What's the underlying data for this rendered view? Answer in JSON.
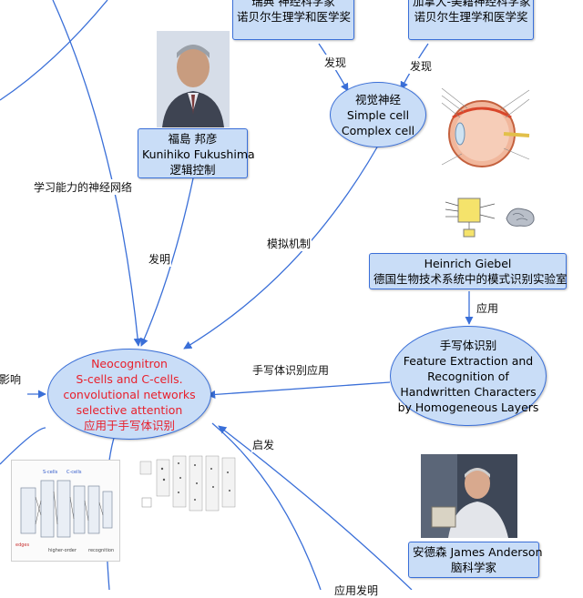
{
  "nodes": {
    "top_left": {
      "lines": [
        "瑞典 神经科学家",
        "诺贝尔生理学和医学奖"
      ]
    },
    "top_right": {
      "lines": [
        "加拿大-美籍神经科学家",
        "诺贝尔生理学和医学奖"
      ]
    },
    "visual_nerve": {
      "lines": [
        "视觉神经",
        "Simple cell",
        "Complex cell"
      ]
    },
    "fukushima": {
      "lines": [
        "福島 邦彦",
        "Kunihiko Fukushima",
        "逻辑控制"
      ]
    },
    "giebel": {
      "lines": [
        "Heinrich Giebel",
        "德国生物技术系统中的模式识别实验室"
      ]
    },
    "handwriting": {
      "lines": [
        "手写体识别",
        "Feature Extraction and",
        "Recognition of",
        "Handwritten Characters",
        "by Homogeneous Layers"
      ]
    },
    "neocognitron": {
      "lines": [
        "Neocognitron",
        "S-cells and C-cells.",
        "convolutional networks",
        "selective attention",
        "应用于手写体识别"
      ]
    },
    "anderson": {
      "lines": [
        "安德森 James Anderson",
        "脑科学家"
      ]
    }
  },
  "edge_labels": {
    "discover_left": "发现",
    "discover_right": "发现",
    "learning_nn": "学习能力的神经网络",
    "invent": "发明",
    "simulate": "模拟机制",
    "apply": "应用",
    "handwriting_apply": "手写体识别应用",
    "influence": "影响",
    "inspire": "启发",
    "apply_invent": "应用发明"
  },
  "colors": {
    "node_fill": "#c9ddf7",
    "node_border": "#3a6fd8",
    "edge": "#3a6fd8",
    "highlight_text": "#e8202c"
  }
}
